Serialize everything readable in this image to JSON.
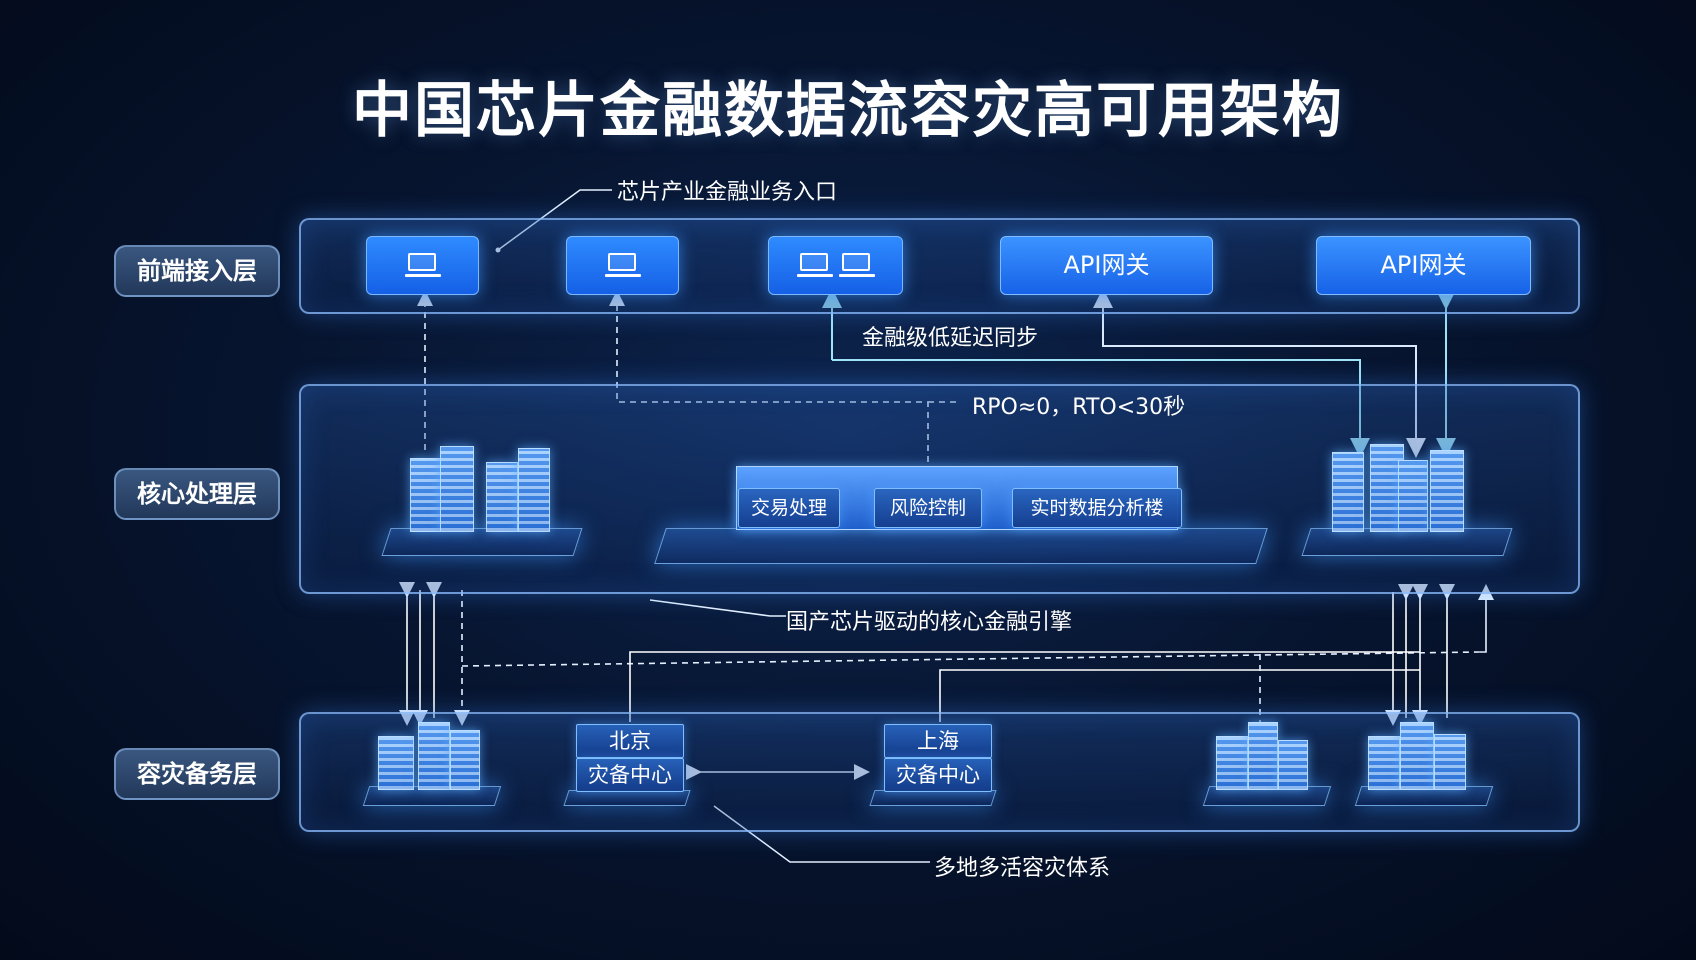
{
  "title": "中国芯片金融数据流容灾高可用架构",
  "layers": {
    "front": "前端接入层",
    "core": "核心处理层",
    "dr": "容灾备务层"
  },
  "front_layer": {
    "terminals": [
      {
        "icon": "monitor-icon",
        "count": 1
      },
      {
        "icon": "monitor-icon",
        "count": 1
      },
      {
        "icon": "monitor-icon",
        "count": 2
      }
    ],
    "gateways": [
      "API网关",
      "API网关"
    ]
  },
  "annotations": {
    "entry": "芯片产业金融业务入口",
    "sync": "金融级低延迟同步",
    "rpo": "RPO≈0，RTO<30秒",
    "engine": "国产芯片驱动的核心金融引擎",
    "multi_site": "多地多活容灾体系"
  },
  "core_modules": [
    "交易处理",
    "风险控制",
    "实时数据分析楼"
  ],
  "dr_sites": [
    {
      "city": "北京",
      "label": "灾备中心"
    },
    {
      "city": "上海",
      "label": "灾备中心"
    }
  ],
  "colors": {
    "accent": "#1f6fff",
    "panel_border": "#8cbeff",
    "line": "#dbeaff",
    "background": "#071530"
  }
}
